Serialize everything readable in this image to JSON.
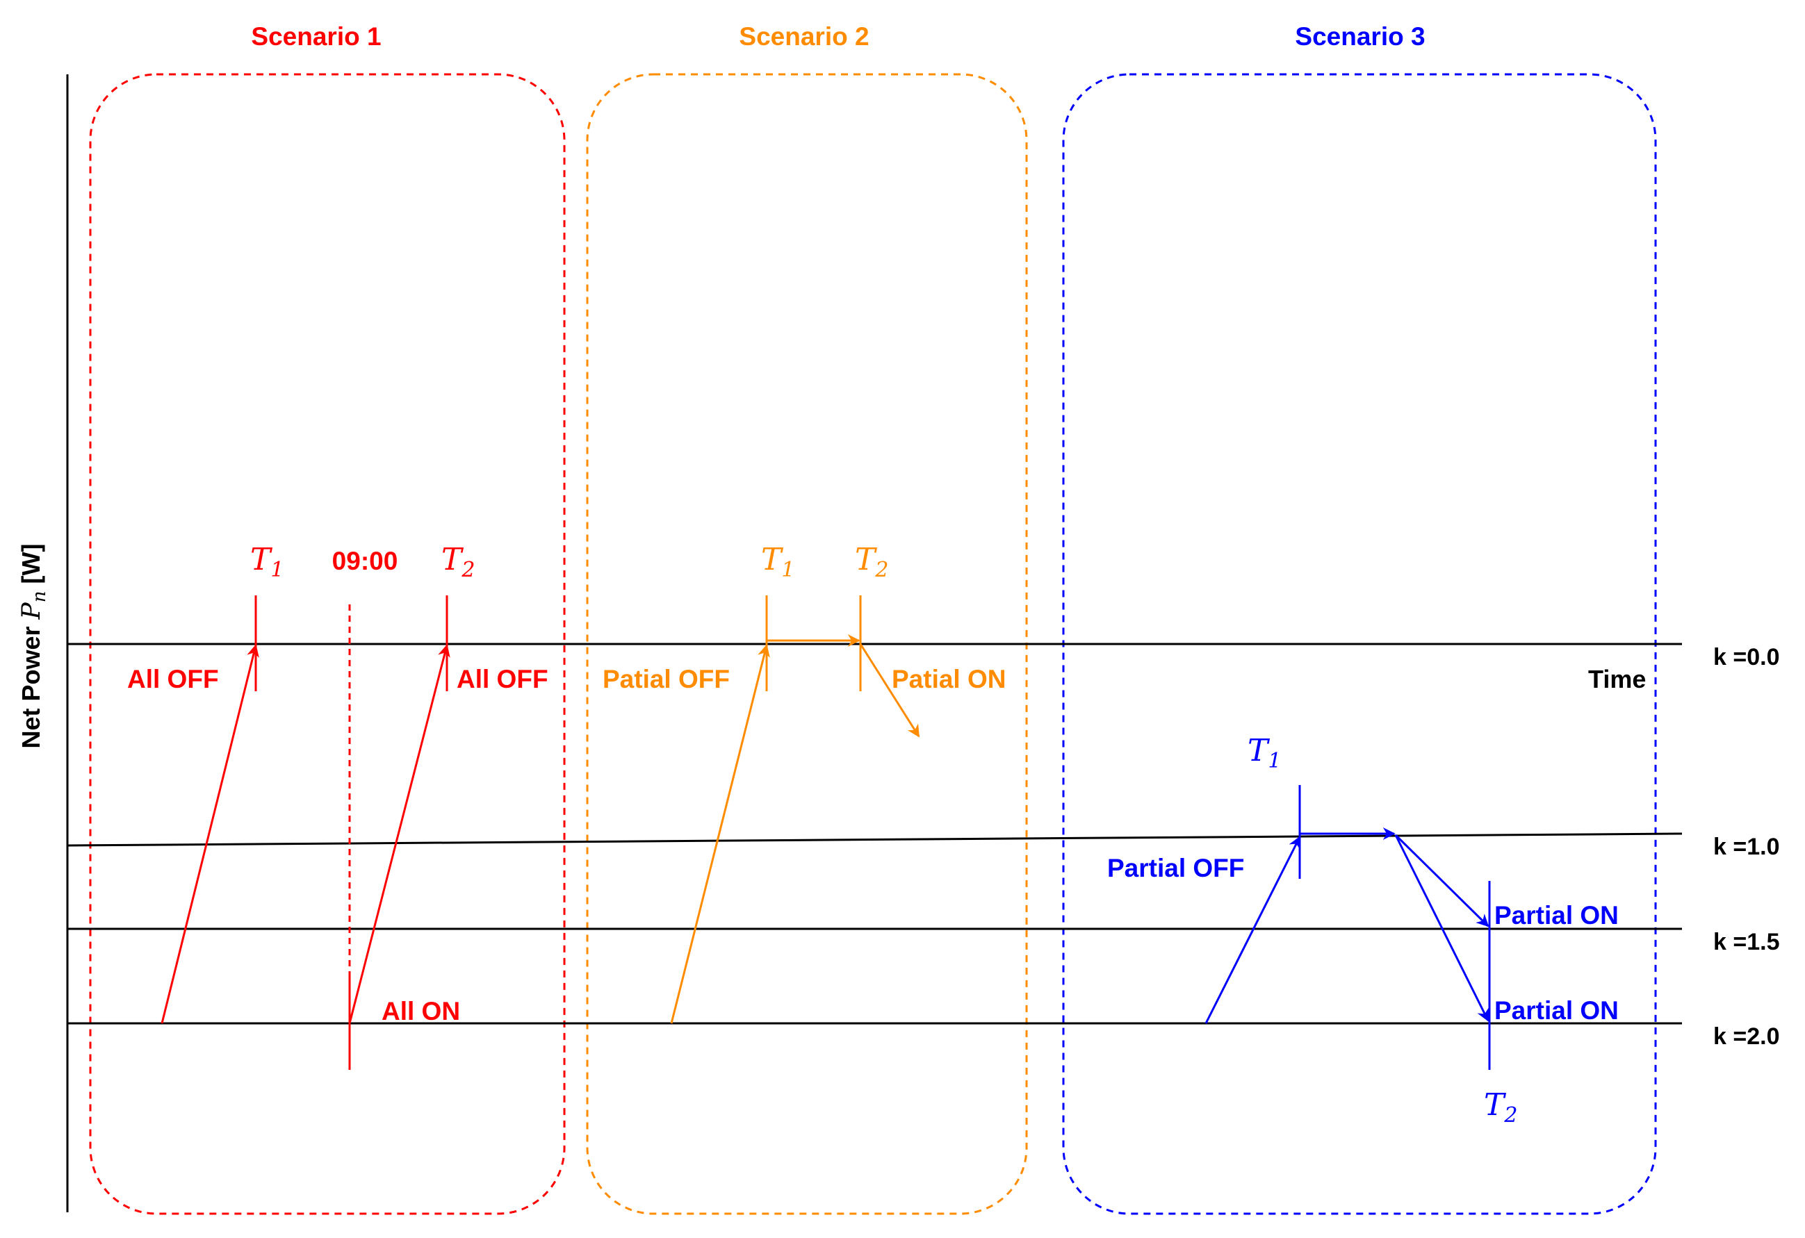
{
  "colors": {
    "scenario1": "#ff0000",
    "scenario2": "#ff8c00",
    "scenario3": "#0000ff",
    "axis": "#000000"
  },
  "y_axis_label": {
    "prefix": "Net Power ",
    "symbol": "P",
    "subscript": "n",
    "unit": " [W]"
  },
  "x_axis_label": "Time",
  "k_levels": [
    "k =0.0",
    "k =1.0",
    "k =1.5",
    "k =2.0"
  ],
  "scenario1": {
    "title": "Scenario 1",
    "t1_symbol": "T",
    "t1_sub": "1",
    "t2_symbol": "T",
    "t2_sub": "2",
    "time_label": "09:00",
    "label_all_off_left": "All OFF",
    "label_all_off_right": "All OFF",
    "label_all_on": "All ON"
  },
  "scenario2": {
    "title": "Scenario 2",
    "t1_symbol": "T",
    "t1_sub": "1",
    "t2_symbol": "T",
    "t2_sub": "2",
    "label_partial_off": "Patial OFF",
    "label_partial_on": "Patial ON"
  },
  "scenario3": {
    "title": "Scenario 3",
    "t1_symbol": "T",
    "t1_sub": "1",
    "t2_symbol": "T",
    "t2_sub": "2",
    "label_partial_off": "Partial OFF",
    "label_partial_on_upper": "Partial ON",
    "label_partial_on_lower": "Partial ON"
  }
}
